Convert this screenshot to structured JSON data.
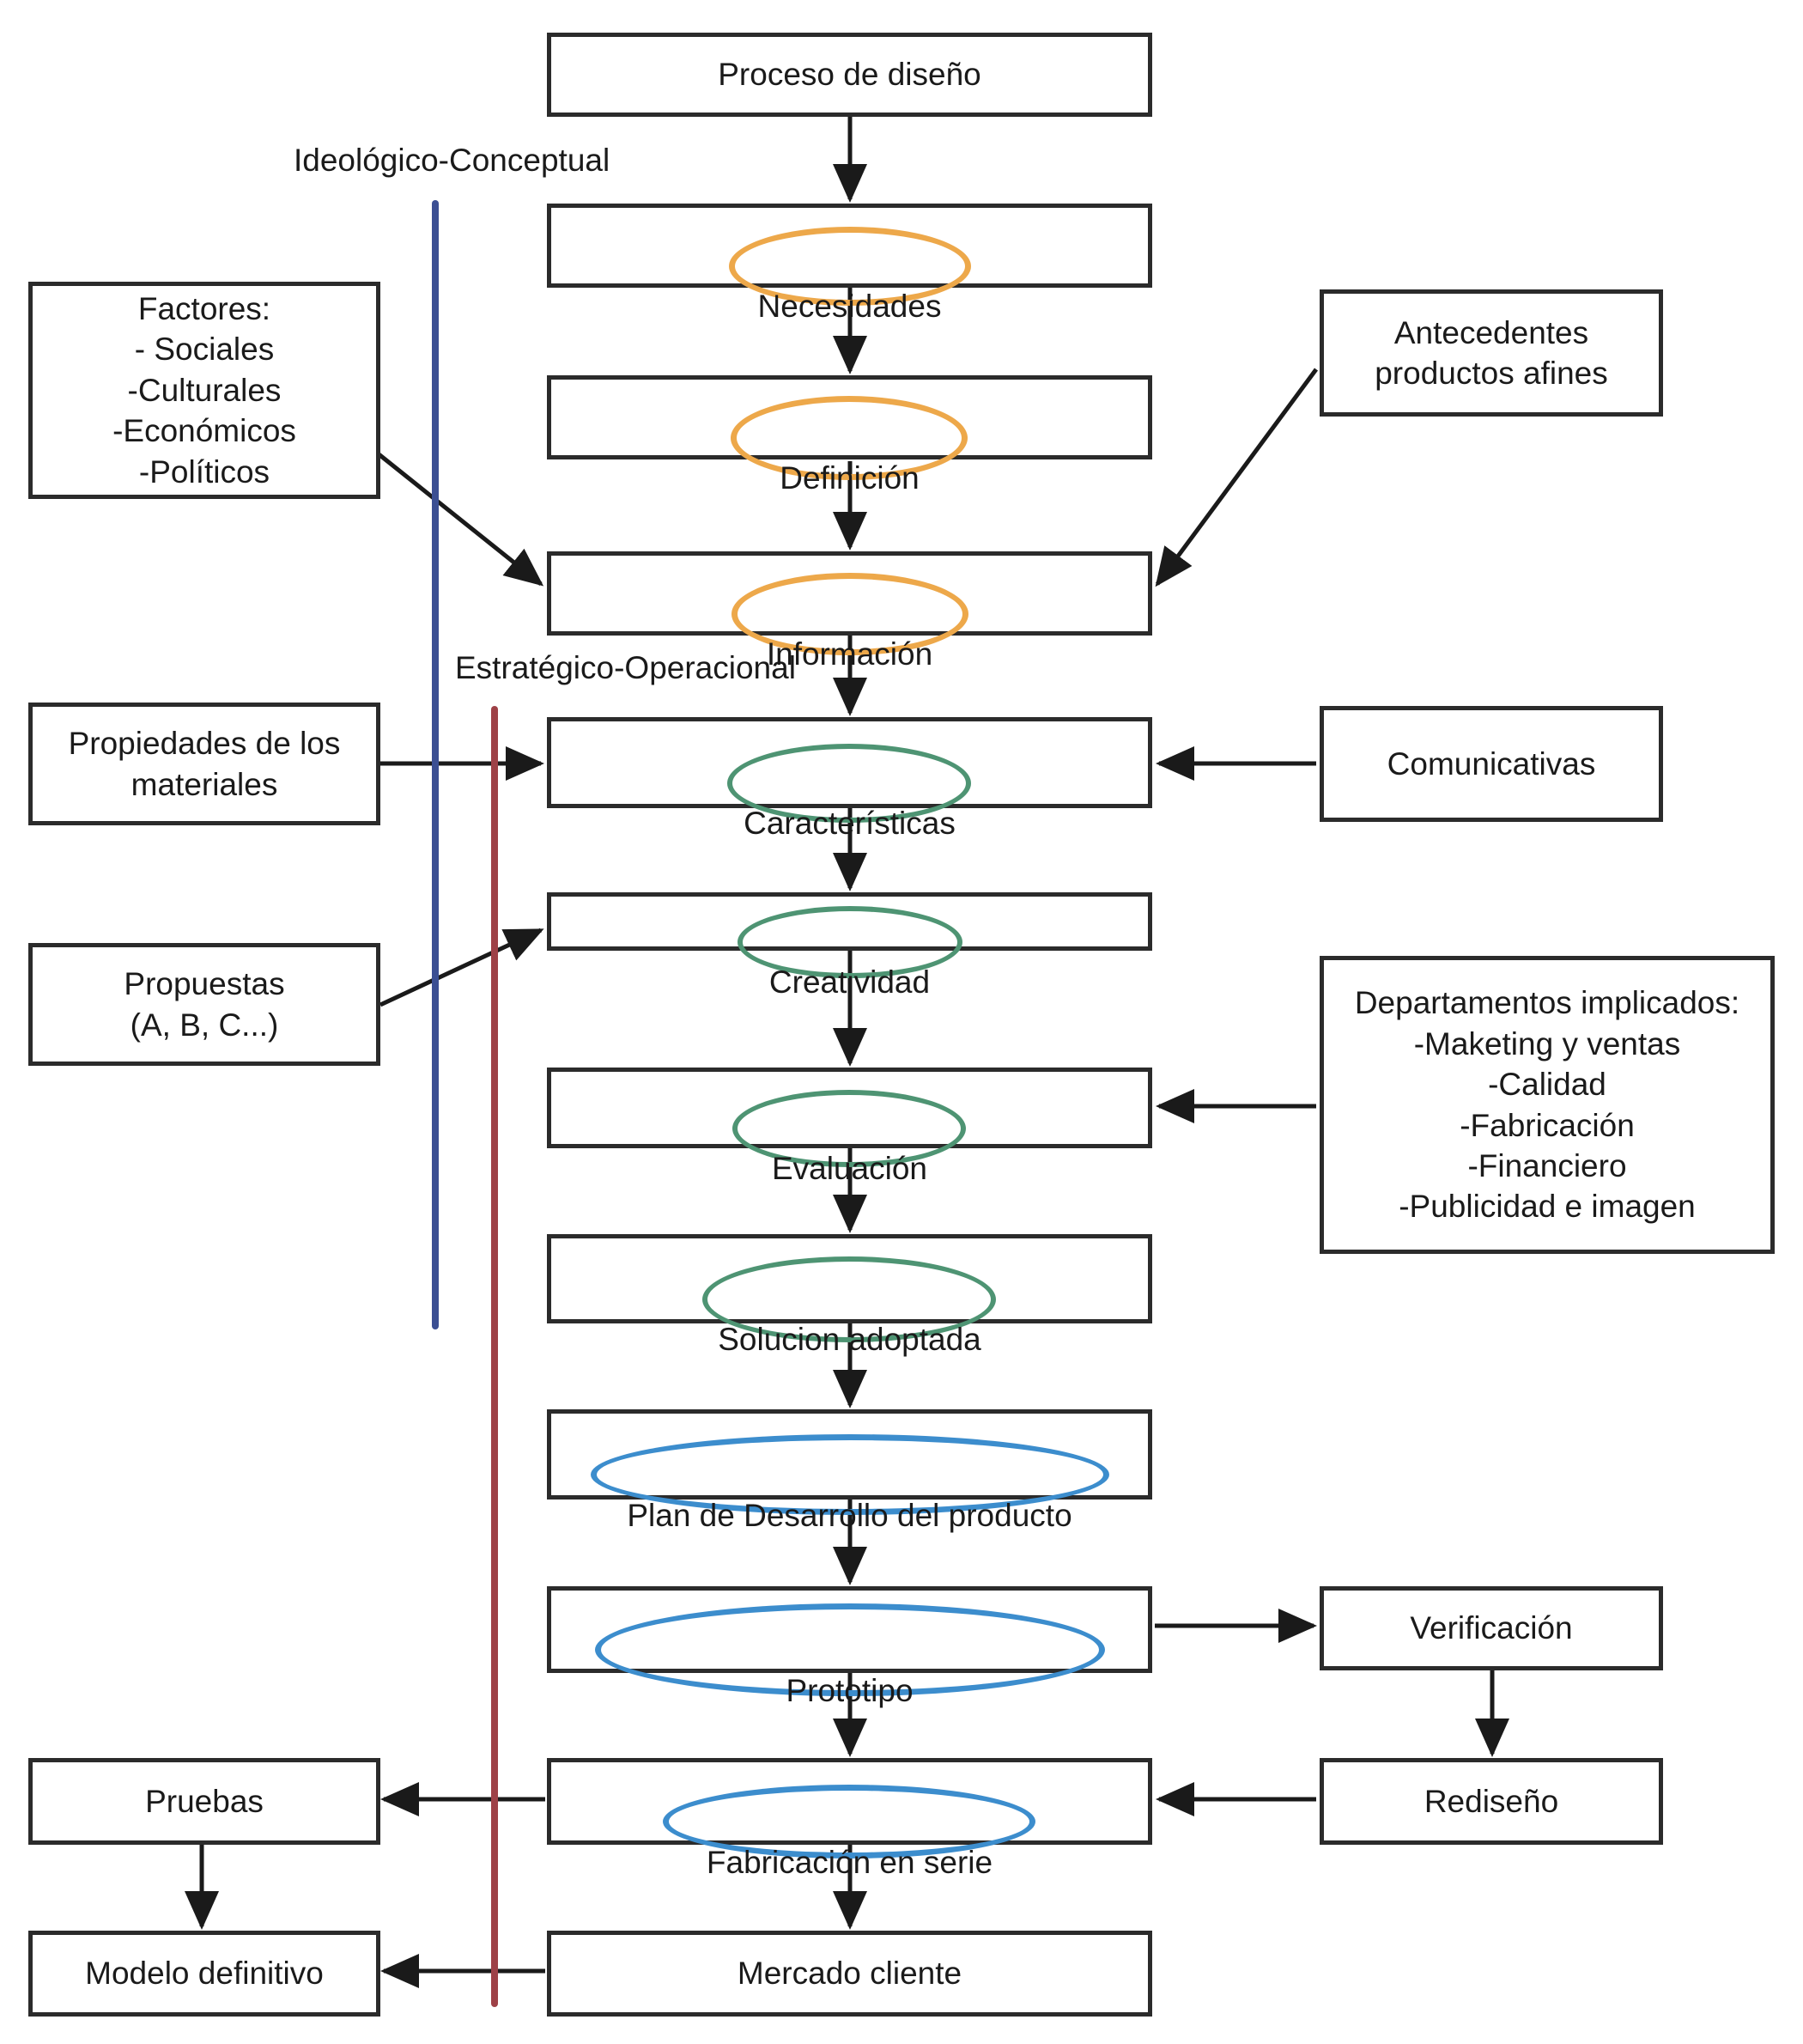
{
  "diagram": {
    "title_box": "Proceso de diseño",
    "phase_labels": [
      {
        "id": "ideologico",
        "text": "Ideológico-Conceptual",
        "color": "#3b4f93"
      },
      {
        "id": "estrategico",
        "text": "Estratégico-Operacional",
        "color": "#9e4147"
      }
    ],
    "stage_colors": {
      "conceptual": "#eda84a",
      "operational": "#4e9473",
      "development": "#3c8dcd",
      "box_border": "#2b2b2b",
      "text": "#1a1a1a",
      "arrow": "#1a1a1a"
    },
    "main_flow": [
      {
        "id": "proceso-de-diseno",
        "label": "Proceso de diseño",
        "ellipse": "none"
      },
      {
        "id": "necesidades",
        "label": "Necesidades",
        "ellipse": "conceptual"
      },
      {
        "id": "definicion",
        "label": "Definición",
        "ellipse": "conceptual"
      },
      {
        "id": "informacion",
        "label": "Información",
        "ellipse": "conceptual"
      },
      {
        "id": "caracteristicas",
        "label": "Características",
        "ellipse": "operational"
      },
      {
        "id": "creatividad",
        "label": "Creatividad",
        "ellipse": "operational"
      },
      {
        "id": "evaluacion",
        "label": "Evaluación",
        "ellipse": "operational"
      },
      {
        "id": "solucion-adoptada",
        "label": "Solucion adoptada",
        "ellipse": "operational"
      },
      {
        "id": "plan-de-desarrollo",
        "label": "Plan de Desarrollo del producto",
        "ellipse": "development"
      },
      {
        "id": "prototipo",
        "label": "Prototipo",
        "ellipse": "development"
      },
      {
        "id": "fabricacion-en-serie",
        "label": "Fabricación en serie",
        "ellipse": "development"
      },
      {
        "id": "mercado-cliente",
        "label": "Mercado cliente",
        "ellipse": "none"
      }
    ],
    "left_boxes": [
      {
        "id": "factores",
        "label": "Factores:\n- Sociales\n-Culturales\n-Económicos\n-Políticos"
      },
      {
        "id": "propiedades-materiales",
        "label": "Propiedades de los\nmateriales"
      },
      {
        "id": "propuestas",
        "label": "Propuestas\n(A, B, C...)"
      },
      {
        "id": "pruebas",
        "label": "Pruebas"
      },
      {
        "id": "modelo-definitivo",
        "label": "Modelo definitivo"
      }
    ],
    "right_boxes": [
      {
        "id": "antecedentes",
        "label": "Antecedentes\nproductos afines"
      },
      {
        "id": "comunicativas",
        "label": "Comunicativas"
      },
      {
        "id": "departamentos",
        "label": "Departamentos implicados:\n-Maketing y ventas\n-Calidad\n-Fabricación\n-Financiero\n-Publicidad e imagen"
      },
      {
        "id": "verificacion",
        "label": "Verificación"
      },
      {
        "id": "rediseno",
        "label": "Rediseño"
      }
    ]
  }
}
